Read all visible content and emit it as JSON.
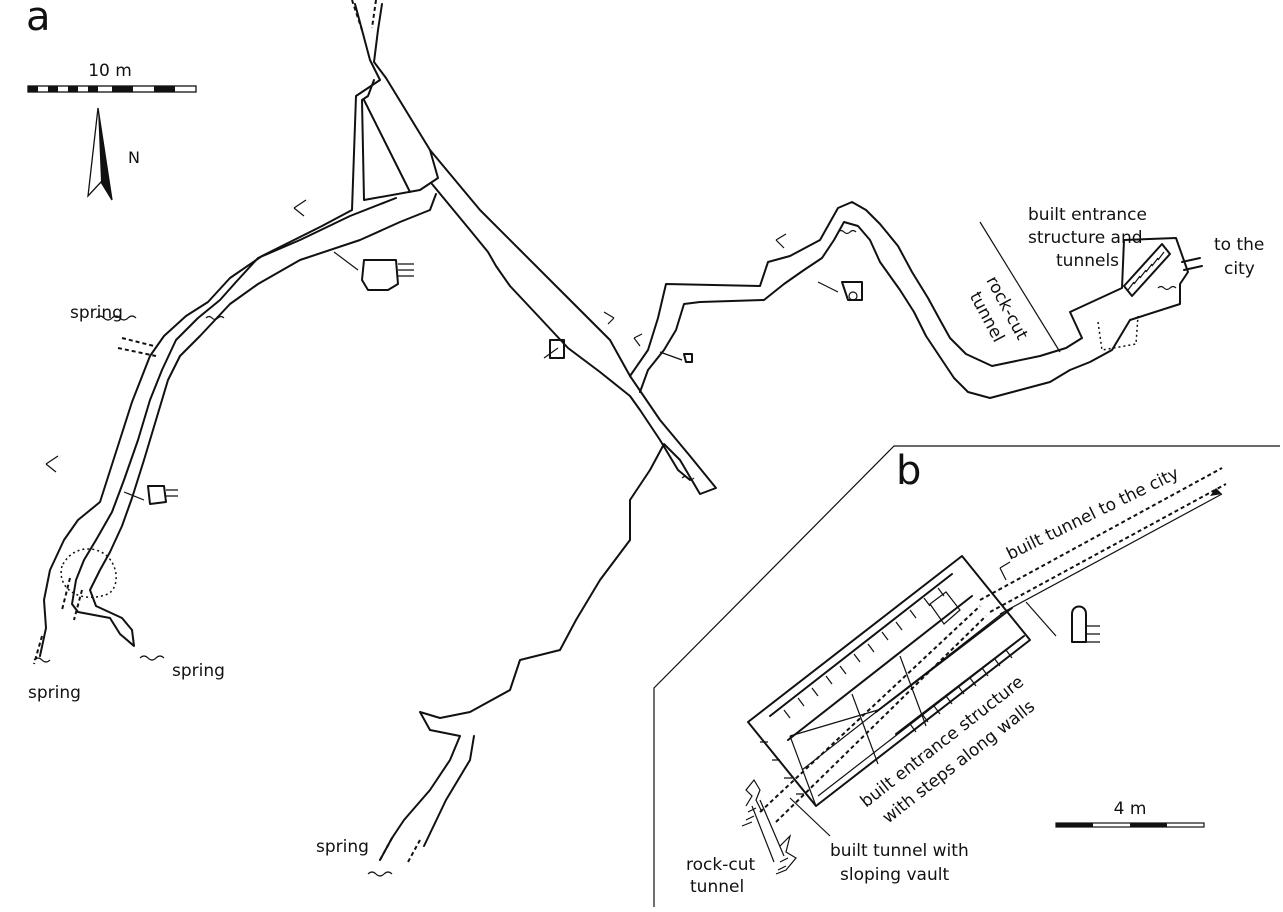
{
  "panels": {
    "a": {
      "letter": "a",
      "scale_label": "10 m",
      "north_label": "N",
      "labels": {
        "spring_west": "spring",
        "spring_sw": "spring",
        "spring_south_a": "spring",
        "spring_south_b": "spring",
        "entrance_line1": "built entrance",
        "entrance_line2": "structure and",
        "entrance_line3": "tunnels",
        "city_line1": "to the",
        "city_line2": "city",
        "rockcut_line1": "rock-cut",
        "rockcut_line2": "tunnel"
      }
    },
    "b": {
      "letter": "b",
      "scale_label": "4 m",
      "labels": {
        "tunnel_city": "built tunnel to the city",
        "structure_line1": "built entrance structure",
        "structure_line2": "with steps along walls",
        "rockcut_line1": "rock-cut",
        "rockcut_line2": "tunnel",
        "sloping_line1": "built tunnel with",
        "sloping_line2": "sloping vault"
      }
    }
  }
}
